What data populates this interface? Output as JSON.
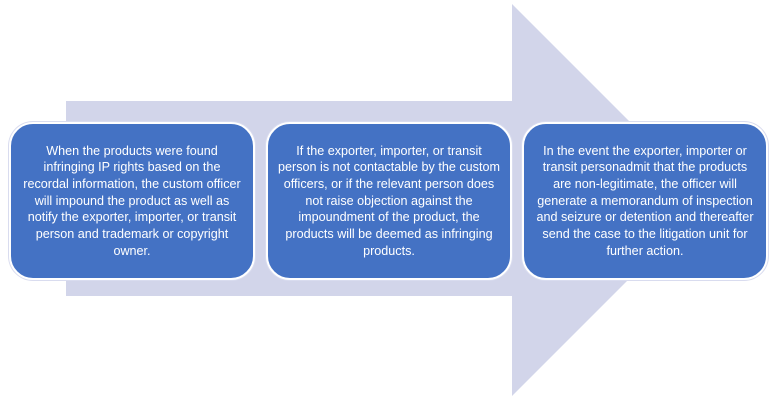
{
  "colors": {
    "arrow_fill": "#d2d5ea",
    "box_fill": "#4472c4",
    "box_border": "#ffffff",
    "text": "#ffffff"
  },
  "steps": [
    {
      "text": "When the products were found infringing IP rights based on the recordal information, the custom officer will impound the product as well as notify the exporter, importer, or transit person and trademark or copyright owner."
    },
    {
      "text": "If the exporter, importer, or transit person is not contactable by the custom officers, or if the relevant person does not raise objection against the impoundment of the product, the products will be deemed as infringing products."
    },
    {
      "text": "In the event the exporter, importer or transit personadmit that the products are non-legitimate, the officer will generate a memorandum of inspection and seizure or detention and thereafter send the case to the litigation unit for further action."
    }
  ]
}
